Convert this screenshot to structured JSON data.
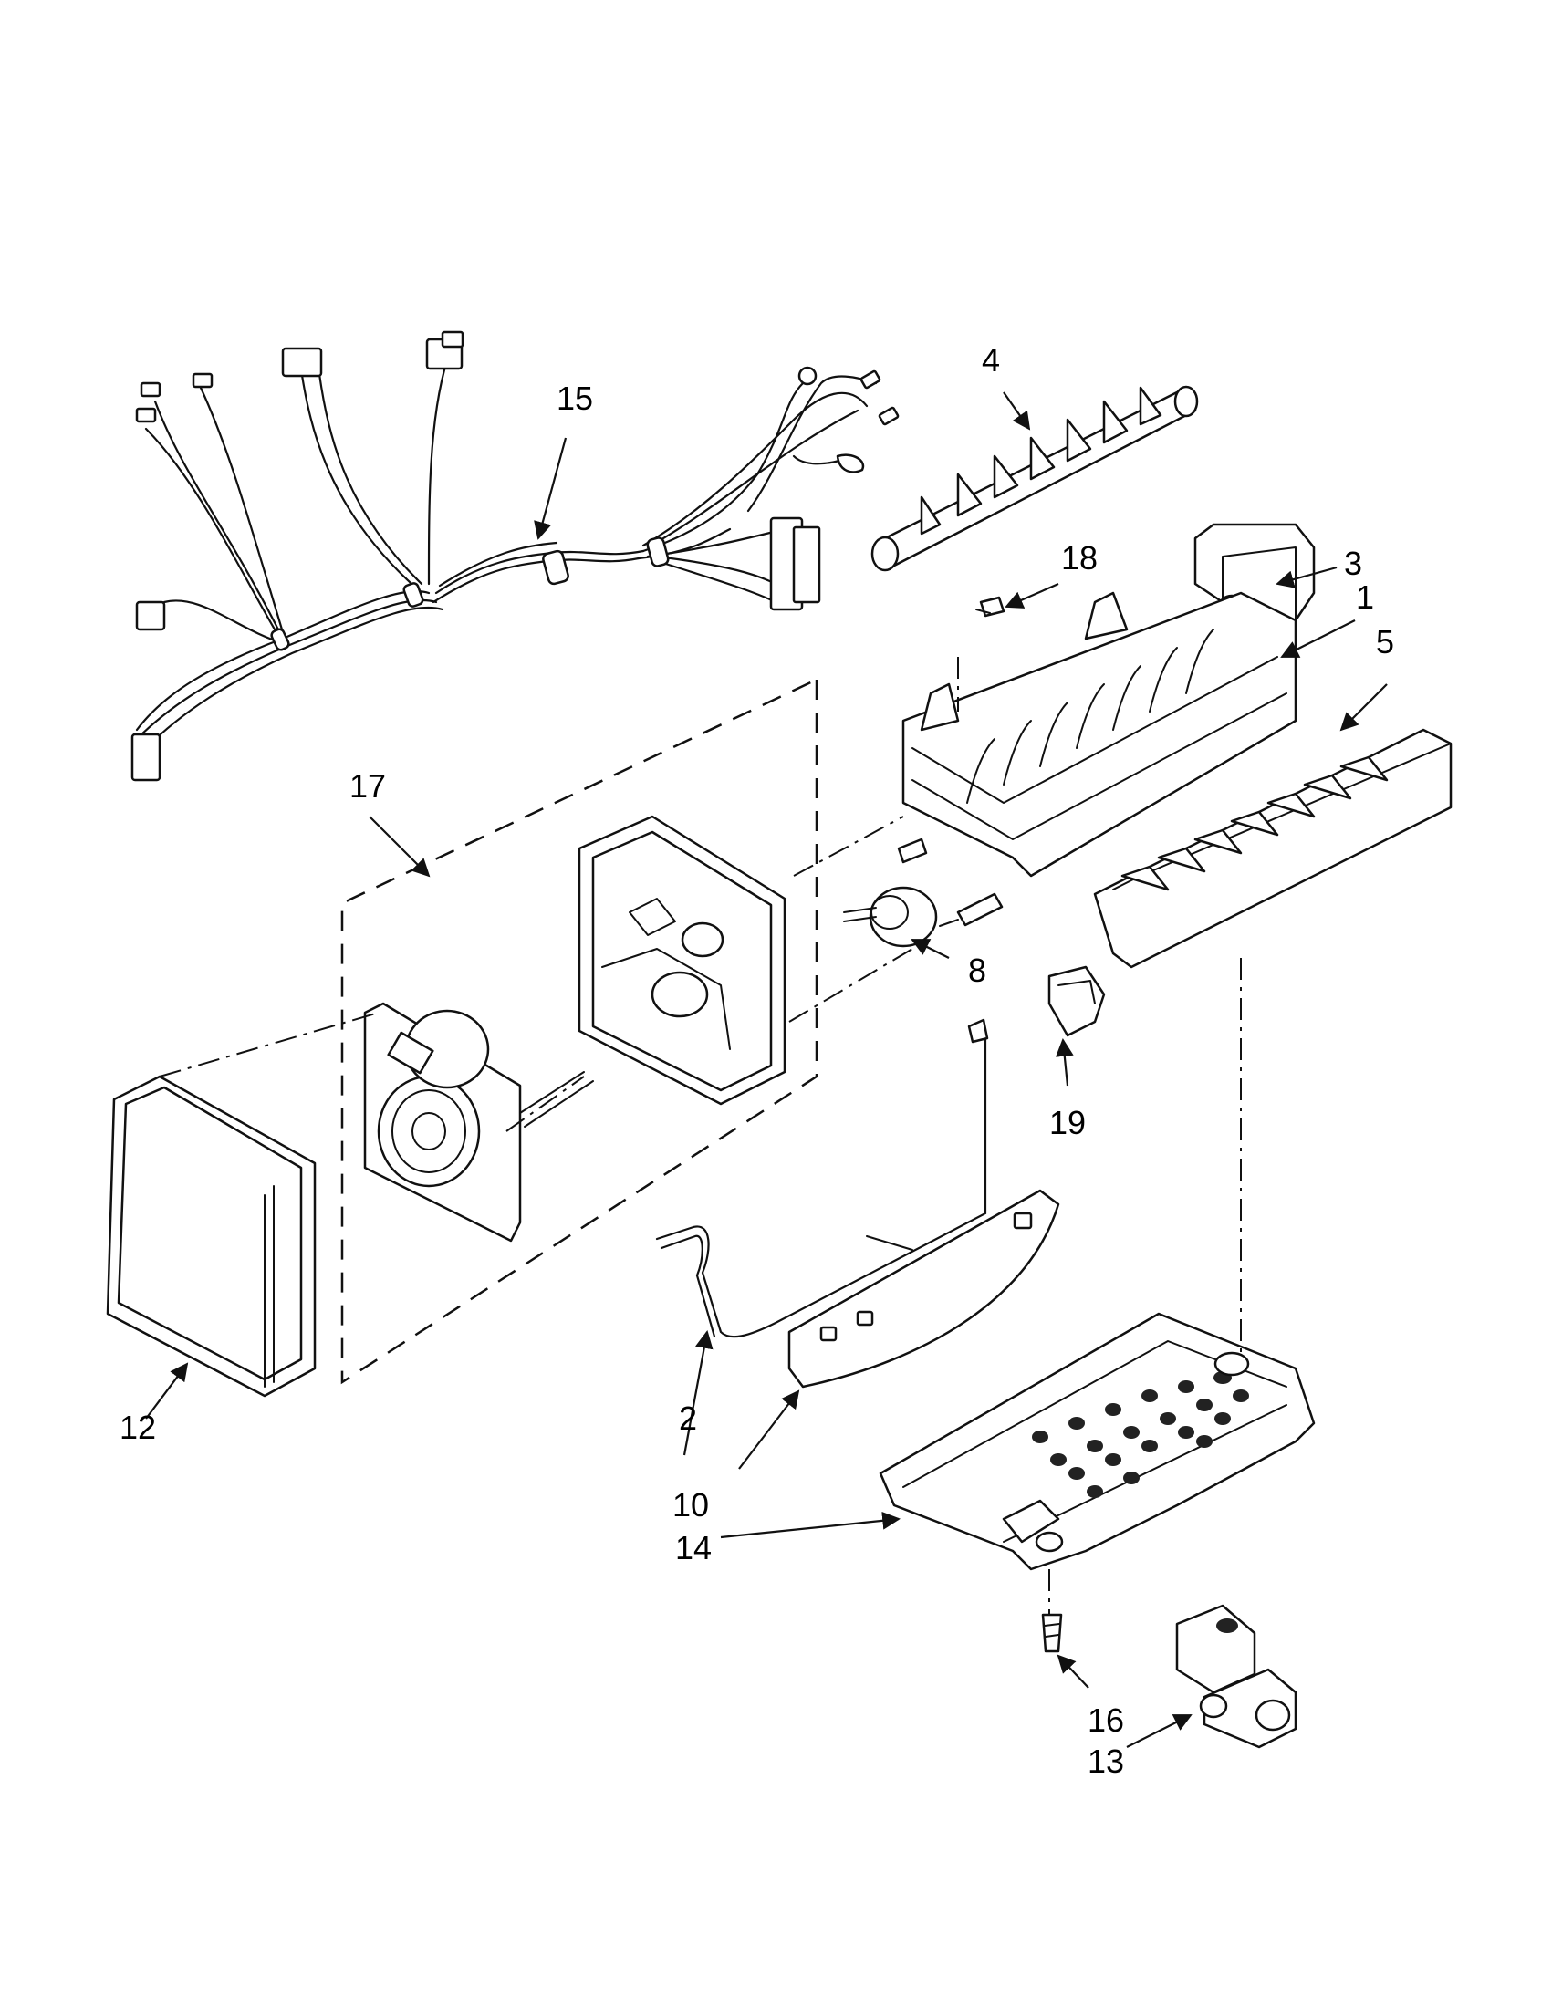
{
  "callouts": {
    "c1": "1",
    "c2": "2",
    "c3": "3",
    "c4": "4",
    "c5": "5",
    "c8": "8",
    "c10": "10",
    "c12": "12",
    "c13": "13",
    "c14": "14",
    "c15": "15",
    "c16": "16",
    "c17": "17",
    "c18": "18",
    "c19": "19"
  }
}
